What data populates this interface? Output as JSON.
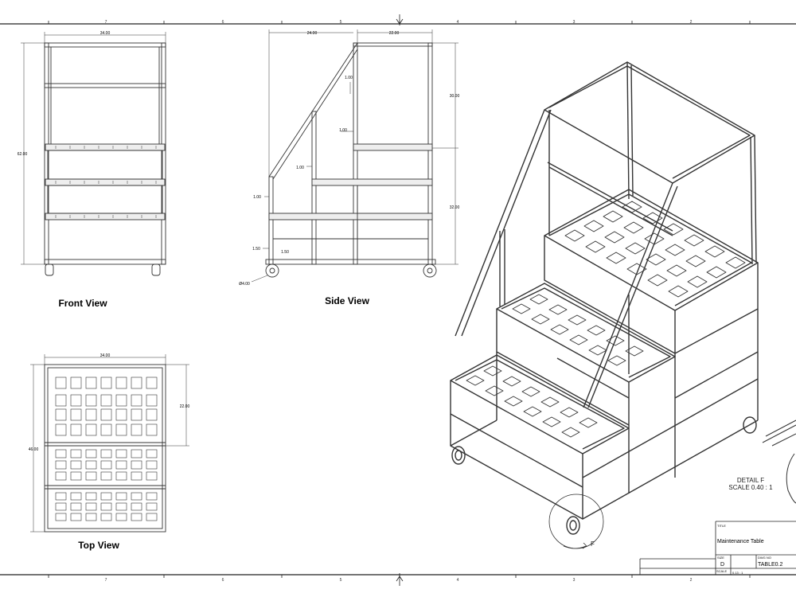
{
  "border": {
    "zones": [
      "7",
      "6",
      "5",
      "4",
      "3",
      "2"
    ]
  },
  "front_view": {
    "label": "Front View",
    "dims": {
      "width": "34.00",
      "height": "62.00"
    }
  },
  "side_view": {
    "label": "Side View",
    "dims": {
      "top_left": "24.00",
      "top_right": "22.00",
      "upper_height": "30.00",
      "lower_height": "32.00",
      "rail_1": "1.00",
      "rail_2": "1.00",
      "rail_3": "1.00",
      "rail_4": "1.00",
      "base_1": "1.50",
      "base_2": "1.50",
      "wheel": "Ø4.00"
    }
  },
  "top_view": {
    "label": "Top View",
    "dims": {
      "width": "34.00",
      "depth": "46.00",
      "section": "22.00"
    }
  },
  "detail": {
    "marker": "F",
    "title": "DETAIL  F",
    "scale": "SCALE 0.40 : 1"
  },
  "title_block": {
    "title_caption": "TITLE",
    "title": "Maintenance Table",
    "size_caption": "SIZE",
    "size": "D",
    "dwg_caption": "DWG NO",
    "dwg_no": "TABLE0.2",
    "scale_caption": "SCALE",
    "scale": "0.13 : 1"
  }
}
